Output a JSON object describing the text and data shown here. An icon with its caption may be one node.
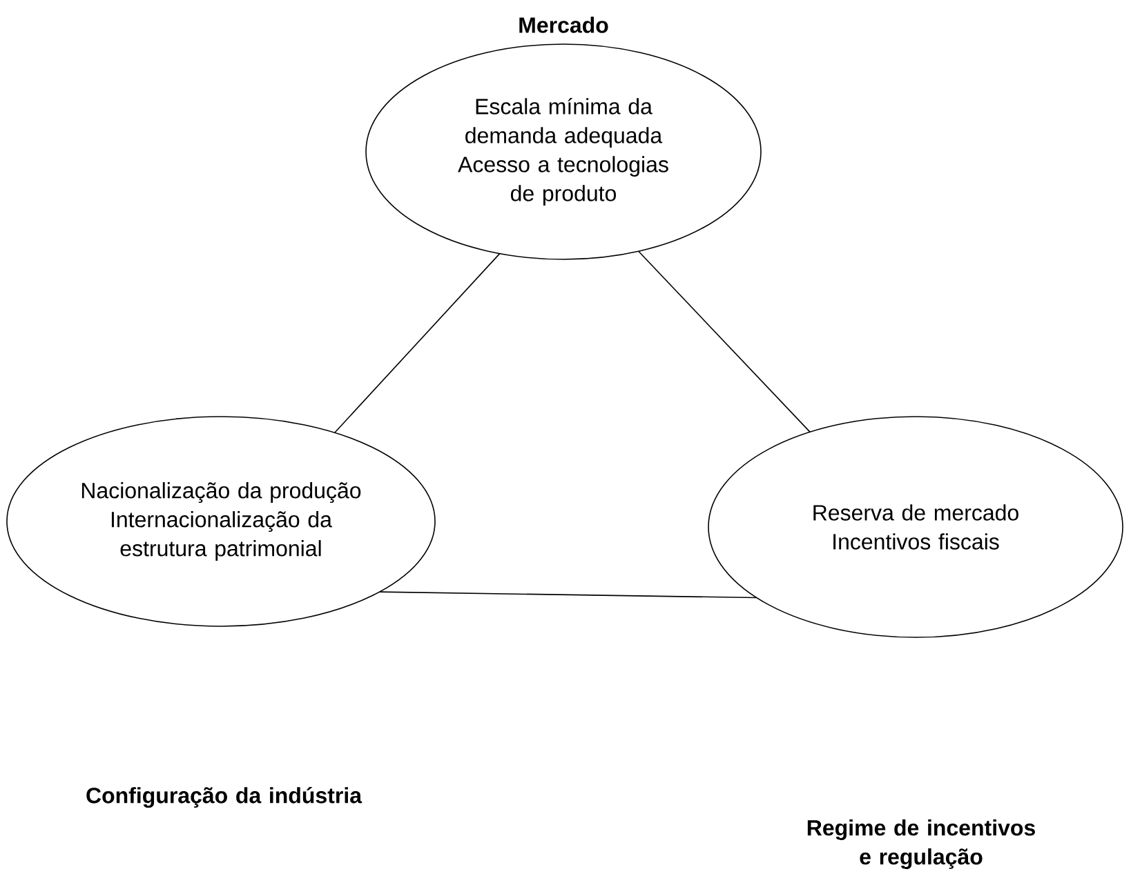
{
  "diagram": {
    "nodes": [
      {
        "text": [
          "Mercado",
          "Escala mínima da demanda adequada Acesso a tecnologias de produto"
        ]
      },
      {
        "text": [
          "Nacionalização da produção Internacionalização da estrutura patrimonial"
        ]
      },
      {
        "text": [
          "Reserva de mercado Incentivos fiscais"
        ]
      }
    ],
    "edges": [
      {
        "from": 0,
        "to": 1,
        "arrow": "none"
      },
      {
        "from": 0,
        "to": 2,
        "arrow": "none"
      },
      {
        "from": 1,
        "to": 2,
        "arrow": "none"
      }
    ],
    "labels": [
      "Configuração da indústria",
      "Regime de incentivos e regulação"
    ]
  }
}
